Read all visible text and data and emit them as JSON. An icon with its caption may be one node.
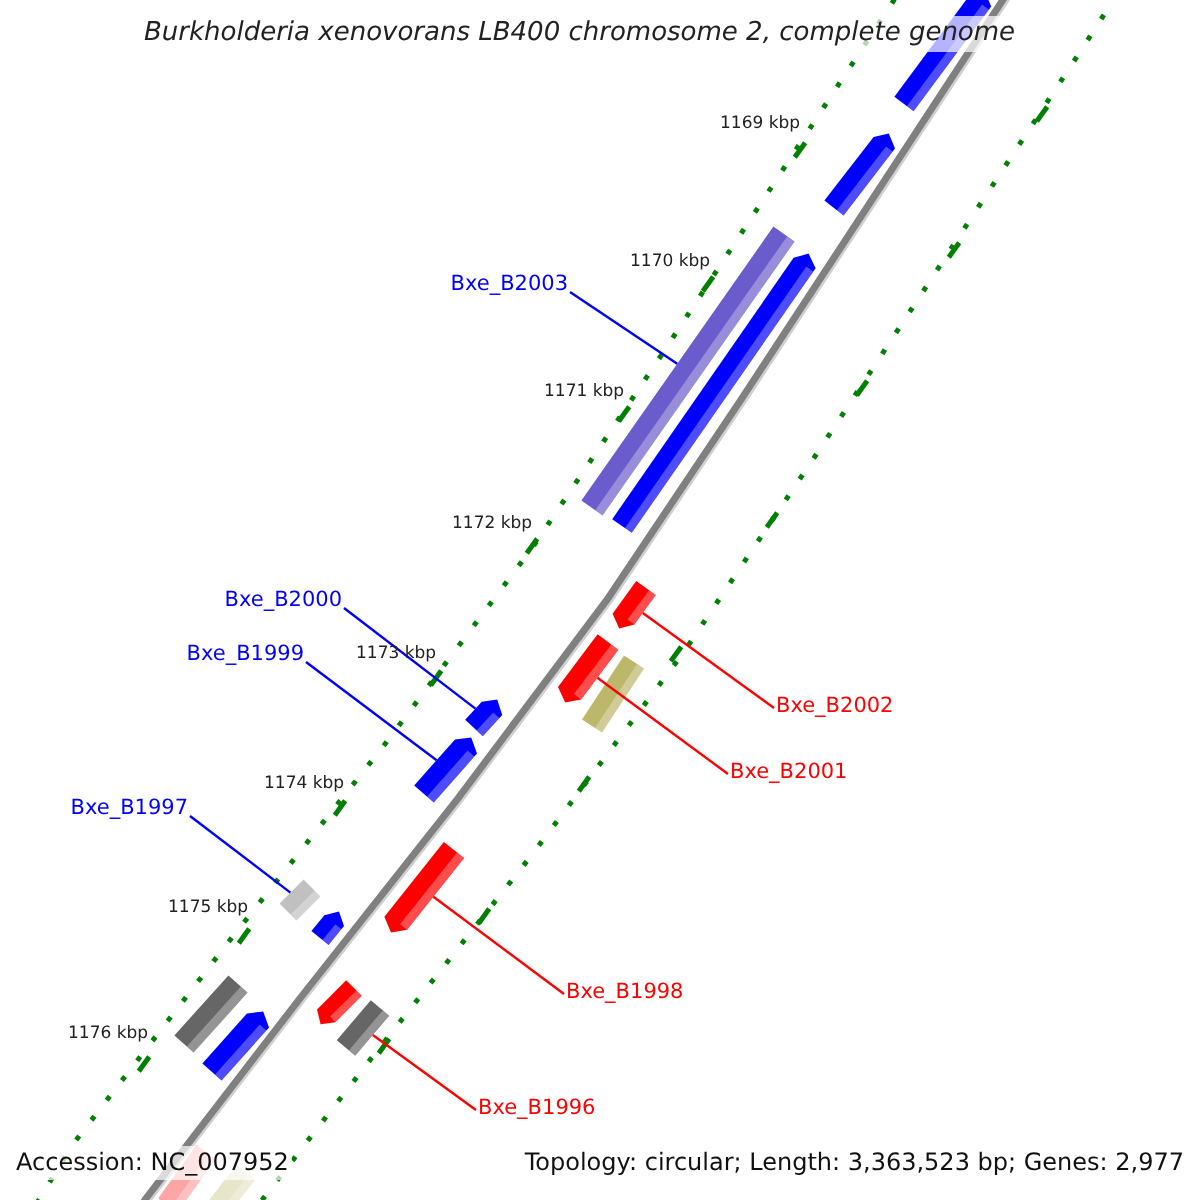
{
  "diagram": {
    "title": "Burkholderia xenovorans LB400 chromosome 2, complete genome",
    "nodes": [
      {
        "text": [
          "Bxe_B2003"
        ]
      },
      {
        "text": [],
        "shape": "bar"
      },
      {
        "text": [
          "Bxe_B2000"
        ]
      },
      {
        "text": [],
        "shape": "bar"
      },
      {
        "text": [
          "Bxe_B1999"
        ]
      },
      {
        "text": [],
        "shape": "bar"
      },
      {
        "text": [
          "Bxe_B2002"
        ]
      },
      {
        "text": [],
        "shape": "bar"
      },
      {
        "text": [
          "Bxe_B2001"
        ]
      },
      {
        "text": [],
        "shape": "bar"
      },
      {
        "text": [
          "Bxe_B1997"
        ]
      },
      {
        "text": [],
        "shape": "bar"
      },
      {
        "text": [
          "Bxe_B1998"
        ]
      },
      {
        "text": [],
        "shape": "bar"
      },
      {
        "text": [
          "Bxe_B1996"
        ]
      },
      {
        "text": [],
        "shape": "bar"
      },
      {
        "text": [],
        "shape": "bar"
      },
      {
        "text": [],
        "shape": "bar"
      },
      {
        "text": [],
        "shape": "bar"
      },
      {
        "text": [],
        "shape": "bar"
      },
      {
        "text": [],
        "shape": "bar"
      },
      {
        "text": [],
        "shape": "bar"
      },
      {
        "text": [],
        "shape": "bar"
      },
      {
        "text": [],
        "shape": "bar"
      },
      {
        "text": [],
        "shape": "bar"
      },
      {
        "text": [],
        "shape": "bar"
      }
    ],
    "edges": [
      {
        "from": 0,
        "to": 1,
        "arrow": "none",
        "color": "#0000ff"
      },
      {
        "from": 2,
        "to": 3,
        "arrow": "none",
        "color": "#0000ff"
      },
      {
        "from": 4,
        "to": 5,
        "arrow": "none",
        "color": "#0000ff"
      },
      {
        "from": 6,
        "to": 7,
        "arrow": "none",
        "color": "#ff0000"
      },
      {
        "from": 8,
        "to": 9,
        "arrow": "none",
        "color": "#ff0000"
      },
      {
        "from": 10,
        "to": 11,
        "arrow": "none",
        "color": "#0000ff"
      },
      {
        "from": 12,
        "to": 13,
        "arrow": "none",
        "color": "#ff0000"
      },
      {
        "from": 14,
        "to": 15,
        "arrow": "none",
        "color": "#ff0000"
      }
    ],
    "labels": [
      "1169 kbp",
      "1170 kbp",
      "1171 kbp",
      "1172 kbp",
      "1173 kbp",
      "1174 kbp",
      "1175 kbp",
      "1176 kbp",
      "Accession: NC_007952",
      "Topology: circular; Length: 3,363,523 bp; Genes: 2,977"
    ]
  }
}
